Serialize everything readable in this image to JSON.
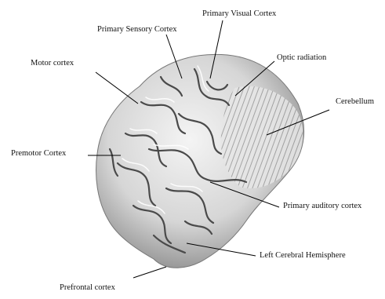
{
  "labels": {
    "primary_visual_cortex": "Primary Visual Cortex",
    "primary_sensory_cortex": "Primary Sensory Cortex",
    "optic_radiation": "Optic radiation",
    "motor_cortex": "Motor cortex",
    "cerebellum": "Cerebellum",
    "premotor_cortex": "Premotor Cortex",
    "primary_auditory_cortex": "Primary auditory cortex",
    "left_cerebral_hemisphere": "Left Cerebral Hemisphere",
    "prefrontal_cortex": "Prefrontal cortex"
  },
  "colors": {
    "background": "#ffffff",
    "brain_fill": "#d9d9d9",
    "gyrus_shadow": "#4a4a4a",
    "leader_line": "#000000"
  }
}
